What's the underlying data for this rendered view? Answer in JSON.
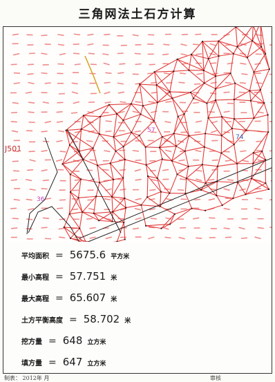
{
  "page_title": "三角网法土石方计算",
  "map": {
    "label_j501": "J501",
    "label_b": "57",
    "label_c": "74",
    "label_d": "36",
    "colors": {
      "mesh": "#e23a3a",
      "point": "#222222",
      "dash": "#ef8a8a",
      "marker": "#d8a020",
      "blue": "#3060c0",
      "magenta": "#c040c0"
    }
  },
  "stats": [
    {
      "label": "平均面积",
      "value": "5675.6",
      "unit": "平方米"
    },
    {
      "label": "最小高程",
      "value": "57.751",
      "unit": "米"
    },
    {
      "label": "最大高程",
      "value": "65.607",
      "unit": "米"
    },
    {
      "label": "土方平衡高度",
      "value": "58.702",
      "unit": "米"
    },
    {
      "label": "挖方量",
      "value": "648",
      "unit": "立方米"
    },
    {
      "label": "填方量",
      "value": "647",
      "unit": "立方米"
    }
  ],
  "footer": {
    "left": "制表：  2012年  月",
    "right": "审核"
  }
}
